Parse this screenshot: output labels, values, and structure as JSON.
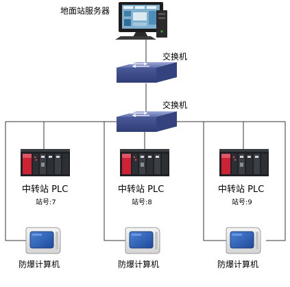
{
  "server": {
    "label": "地面站服务器"
  },
  "switch_top": {
    "label": "交换机"
  },
  "switch_bottom": {
    "label": "交换机"
  },
  "plcs": [
    {
      "label": "中转站 PLC",
      "station": "站号:7"
    },
    {
      "label": "中转站 PLC",
      "station": "站号:8"
    },
    {
      "label": "中转站 PLC",
      "station": "站号:9"
    }
  ],
  "terminals": [
    {
      "label": "防爆计算机"
    },
    {
      "label": "防爆计算机"
    },
    {
      "label": "防爆计算机"
    }
  ],
  "colors": {
    "line": "#333333",
    "switch_top": "#6f7fb8",
    "switch_side": "#3e4f8f",
    "plc_red": "#cc2233",
    "plc_dark": "#1f2124",
    "screen_blue": "#2f63b4"
  }
}
